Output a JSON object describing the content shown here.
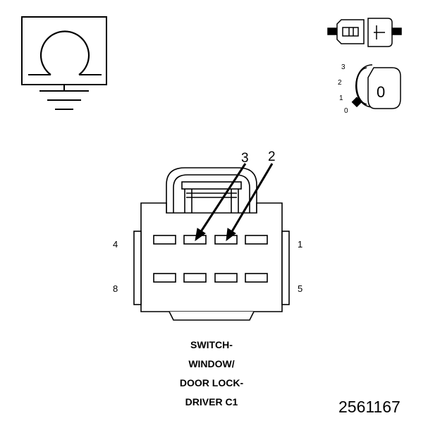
{
  "ignition_labels": {
    "pos3": "3",
    "pos2": "2",
    "pos1": "1",
    "pos0": "0",
    "key": "0"
  },
  "connector": {
    "pin_callouts": {
      "a": "3",
      "b": "2"
    },
    "cavity_labels": {
      "top_left": "4",
      "top_right": "1",
      "bottom_left": "8",
      "bottom_right": "5"
    },
    "caption_lines": [
      "SWITCH-",
      "WINDOW/",
      "DOOR LOCK-",
      "DRIVER C1"
    ]
  },
  "figure_number": "2561167"
}
